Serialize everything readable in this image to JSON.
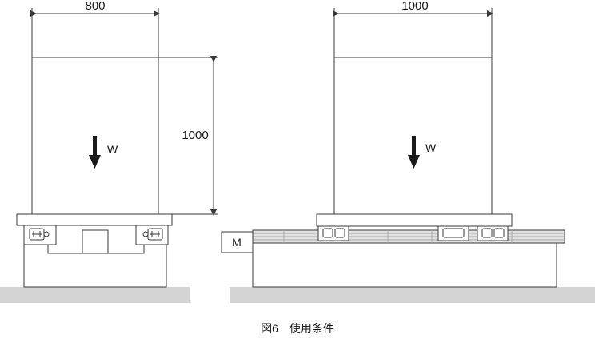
{
  "diagram": {
    "left_view": {
      "width_label": "800",
      "height_label": "1000",
      "load_label": "W"
    },
    "right_view": {
      "width_label": "1000",
      "load_label": "W",
      "motor_label": "M"
    },
    "caption": "図6　使用条件",
    "colors": {
      "line": "#3a3a3a",
      "floor": "#d4d4d4",
      "rail": "#a8a8a8",
      "arrow": "#1a1a1a"
    }
  }
}
